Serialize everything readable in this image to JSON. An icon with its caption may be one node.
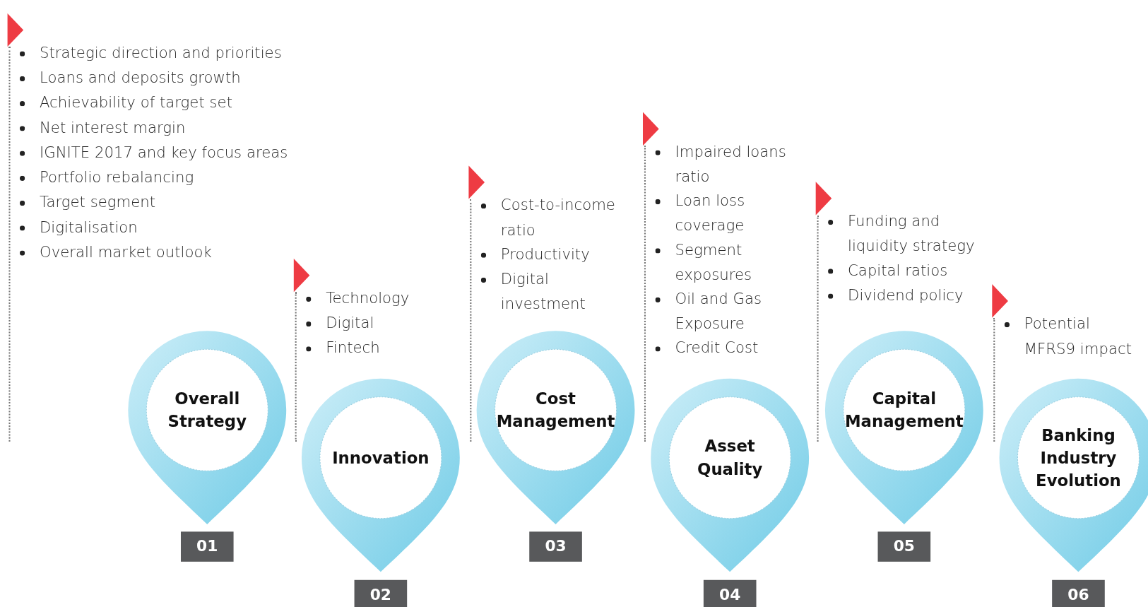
{
  "diagram": {
    "nodes": [
      {
        "text": [
          "Overall Strategy"
        ],
        "beside": [
          "01",
          "Strategic direction and priorities",
          "Loans and deposits growth",
          "Achievability of target set",
          "Net interest margin",
          "IGNITE 2017 and key focus areas",
          "Portfolio rebalancing",
          "Target segment",
          "Digitalisation",
          "Overall market outlook"
        ]
      },
      {
        "text": [
          "Innovation"
        ],
        "beside": [
          "02",
          "Technology",
          "Digital",
          "Fintech"
        ]
      },
      {
        "text": [
          "Cost Management"
        ],
        "beside": [
          "03",
          "Cost-to-income ratio",
          "Productivity",
          "Digital investment"
        ]
      },
      {
        "text": [
          "Asset Quality"
        ],
        "beside": [
          "04",
          "Impaired loans ratio",
          "Loan loss coverage",
          "Segment exposures",
          "Oil and Gas Exposure",
          "Credit Cost"
        ]
      },
      {
        "text": [
          "Capital Management"
        ],
        "beside": [
          "05",
          "Funding and liquidity strategy",
          "Capital ratios",
          "Dividend policy"
        ]
      },
      {
        "text": [
          "Banking Industry Evolution"
        ],
        "beside": [
          "06",
          "Potential MFRS9 impact"
        ]
      }
    ]
  }
}
